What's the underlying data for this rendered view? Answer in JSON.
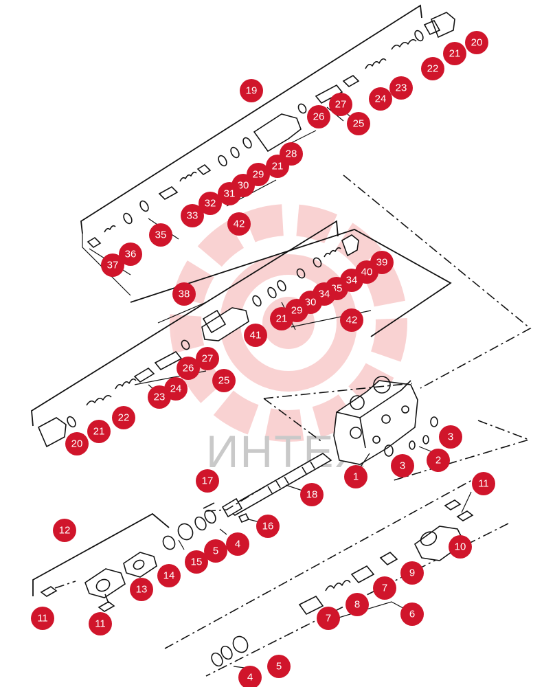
{
  "watermark": {
    "text": "ИНТЕХ",
    "color": "#f2b0b0"
  },
  "callouts": {
    "c20a": "20",
    "c21a": "21",
    "c22a": "22",
    "c23a": "23",
    "c24a": "24",
    "c27a": "27",
    "c26a": "26",
    "c25a": "25",
    "c19": "19",
    "c28": "28",
    "c21b": "21",
    "c29a": "29",
    "c30a": "30",
    "c31": "31",
    "c32": "32",
    "c33": "33",
    "c42a": "42",
    "c35": "35",
    "c36": "36",
    "c37": "37",
    "c39": "39",
    "c40": "40",
    "c34b": "34",
    "c35b": "35",
    "c34c": "34",
    "c38": "38",
    "c30b": "30",
    "c29b": "29",
    "c21c": "21",
    "c42b": "42",
    "c41": "41",
    "c27b": "27",
    "c26b": "26",
    "c25b": "25",
    "c24b": "24",
    "c23b": "23",
    "c22b": "22",
    "c21d": "21",
    "c20b": "20",
    "c3a": "3",
    "c2": "2",
    "c3b": "3",
    "c1": "1",
    "c17": "17",
    "c18": "18",
    "c16": "16",
    "c4a": "4",
    "c5a": "5",
    "c15": "15",
    "c14": "14",
    "c12": "12",
    "c13": "13",
    "c11a": "11",
    "c11b": "11",
    "c11c": "11",
    "c10": "10",
    "c9": "9",
    "c7a": "7",
    "c8": "8",
    "c7b": "7",
    "c6": "6",
    "c5b": "5",
    "c4b": "4"
  },
  "colors": {
    "callout": "#d0152b",
    "line": "#111111"
  }
}
